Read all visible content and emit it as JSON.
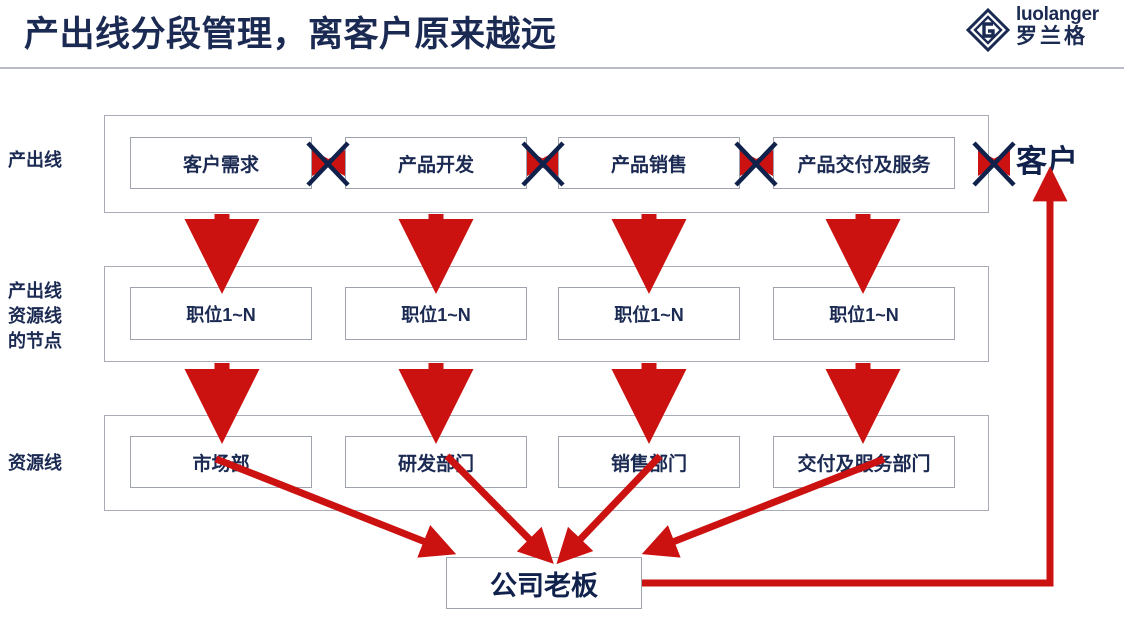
{
  "header": {
    "title": "产出线分段管理，离客户原来越远",
    "logo_en": "luolanger",
    "logo_cn": "罗兰格",
    "logo_icon": "diamond-logo-mark"
  },
  "colors": {
    "navy": "#1b2a52",
    "deep_navy": "#10224c",
    "red": "#cc1111",
    "box_border": "#9fa3ae",
    "band_border": "#a9acb6",
    "rule": "#b9bcc6",
    "white": "#ffffff"
  },
  "rows": [
    {
      "id": "output-line",
      "label": "产出线",
      "nodes": [
        "客户需求",
        "产品开发",
        "产品销售",
        "产品交付及服务"
      ]
    },
    {
      "id": "output-resource-nodes",
      "label": "产出线\n资源线\n的节点",
      "nodes": [
        "职位1~N",
        "职位1~N",
        "职位1~N",
        "职位1~N"
      ]
    },
    {
      "id": "resource-line",
      "label": "资源线",
      "nodes": [
        "市场部",
        "研发部门",
        "销售部门",
        "交付及服务部门"
      ]
    }
  ],
  "customer": {
    "label": "客户"
  },
  "boss": {
    "label": "公司老板"
  },
  "markers": {
    "broken_link_icon": "red-arrow-crossed-out",
    "broken_link_count": 5,
    "down_arrow_icon": "red-down-arrow",
    "converge_arrow_icon": "red-converging-arrow",
    "feedback_arrow_icon": "red-feedback-arrow-to-customer"
  }
}
